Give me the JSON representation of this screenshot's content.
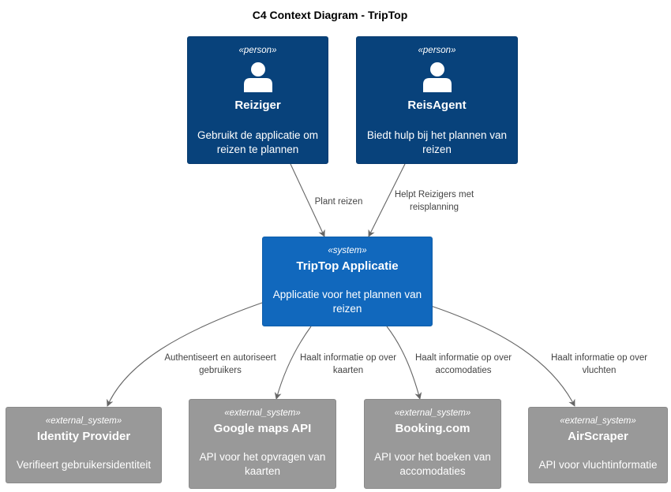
{
  "diagram": {
    "title": "C4 Context Diagram - TripTop",
    "nodes": {
      "reiziger": {
        "stereotype": "«person»",
        "name": "Reiziger",
        "description_lines": [
          "Gebruikt de applicatie om",
          "reizen te plannen"
        ],
        "icon": "person-icon"
      },
      "reisagent": {
        "stereotype": "«person»",
        "name": "ReisAgent",
        "description_lines": [
          "Biedt hulp bij het plannen van",
          "reizen"
        ],
        "icon": "person-icon"
      },
      "triptop": {
        "stereotype": "«system»",
        "name": "TripTop Applicatie",
        "description_lines": [
          "Applicatie voor het plannen van",
          "reizen"
        ]
      },
      "identity": {
        "stereotype": "«external_system»",
        "name": "Identity Provider",
        "description_lines": [
          "Verifieert gebruikersidentiteit"
        ]
      },
      "googlemaps": {
        "stereotype": "«external_system»",
        "name": "Google maps API",
        "description_lines": [
          "API voor het opvragen van",
          "kaarten"
        ]
      },
      "booking": {
        "stereotype": "«external_system»",
        "name": "Booking.com",
        "description_lines": [
          "API voor het boeken van",
          "accomodaties"
        ]
      },
      "airscraper": {
        "stereotype": "«external_system»",
        "name": "AirScraper",
        "description_lines": [
          "API voor vluchtinformatie"
        ]
      }
    },
    "edges": {
      "reiziger_triptop": {
        "from": "Reiziger",
        "to": "TripTop Applicatie",
        "label_lines": [
          "Plant reizen"
        ]
      },
      "reisagent_triptop": {
        "from": "ReisAgent",
        "to": "TripTop Applicatie",
        "label_lines": [
          "Helpt Reizigers met",
          "reisplanning"
        ]
      },
      "triptop_identity": {
        "from": "TripTop Applicatie",
        "to": "Identity Provider",
        "label_lines": [
          "Authentiseert en autoriseert",
          "gebruikers"
        ]
      },
      "triptop_googlemaps": {
        "from": "TripTop Applicatie",
        "to": "Google maps API",
        "label_lines": [
          "Haalt informatie op over",
          "kaarten"
        ]
      },
      "triptop_booking": {
        "from": "TripTop Applicatie",
        "to": "Booking.com",
        "label_lines": [
          "Haalt informatie op over",
          "accomodaties"
        ]
      },
      "triptop_airscraper": {
        "from": "TripTop Applicatie",
        "to": "AirScraper",
        "label_lines": [
          "Haalt informatie op over",
          "vluchten"
        ]
      }
    }
  },
  "colors": {
    "person": "#08427b",
    "system": "#1168bd",
    "external_system": "#999999",
    "edge": "#666666",
    "text_on_node": "#ffffff"
  }
}
